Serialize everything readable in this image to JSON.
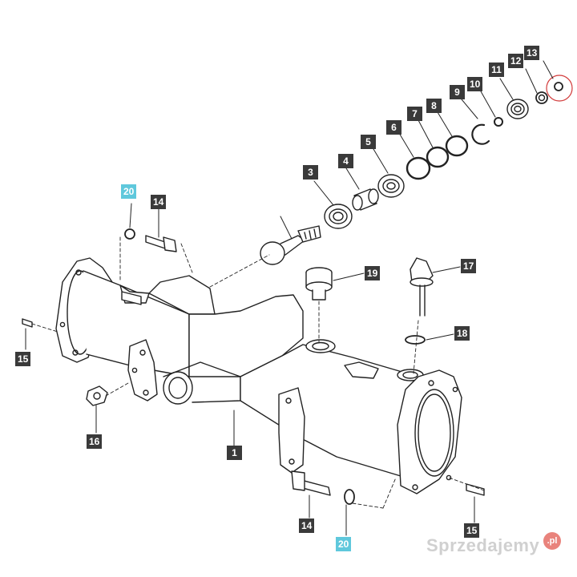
{
  "callouts": {
    "c1": "1",
    "c3": "3",
    "c4": "4",
    "c5": "5",
    "c6": "6",
    "c7": "7",
    "c8": "8",
    "c9": "9",
    "c10": "10",
    "c11": "11",
    "c12": "12",
    "c13": "13",
    "c14_top": "14",
    "c14_bottom": "14",
    "c15_left": "15",
    "c15_right": "15",
    "c16": "16",
    "c17": "17",
    "c18": "18",
    "c19": "19",
    "c20_top": "20",
    "c20_bottom": "20"
  },
  "colors": {
    "callout_bg": "#3a3a3a",
    "callout_highlight_bg": "#5fc8dc",
    "line": "#222222",
    "highlight_ring": "#d23a3a"
  },
  "watermark": {
    "text": "Sprzedajemy",
    "suffix": ".pl"
  }
}
